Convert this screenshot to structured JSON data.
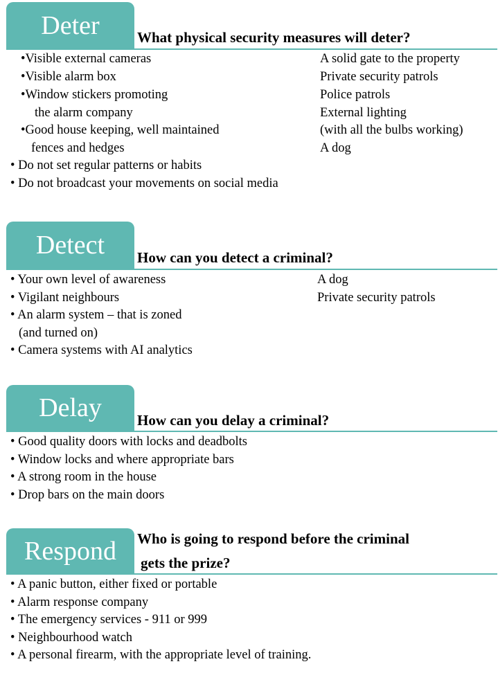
{
  "deter": {
    "tab": "Deter",
    "question": "What physical security measures will deter?",
    "left_lines": [
      "•Visible external cameras",
      "•Visible alarm box",
      "•Window stickers promoting",
      "the alarm company",
      "•Good house keeping, well maintained",
      "fences and hedges"
    ],
    "right_lines": [
      "A solid gate to the property",
      "Private security patrols",
      "Police patrols",
      "External lighting",
      "(with all the bulbs working)",
      "A dog"
    ],
    "bullets": [
      "• Do not set regular patterns or habits",
      "• Do not broadcast your movements on social media"
    ]
  },
  "detect": {
    "tab": "Detect",
    "question": "How can you detect a criminal?",
    "left_lines": [
      "• Your own level of awareness",
      "• Vigilant neighbours",
      "• An alarm system – that is zoned",
      "(and turned on)",
      "• Camera systems with AI analytics"
    ],
    "right_lines": [
      "A dog",
      "Private security patrols"
    ]
  },
  "delay": {
    "tab": "Delay",
    "question": "How can you delay a criminal?",
    "lines": [
      "• Good quality doors with locks and deadbolts",
      "• Window locks and where appropriate bars",
      "• A strong room in the house",
      "• Drop bars on the main doors"
    ]
  },
  "respond": {
    "tab": "Respond",
    "question_line1": "Who is going to respond before the criminal",
    "question_line2": "gets the prize?",
    "lines": [
      "• A panic button, either fixed or portable",
      "• Alarm response company",
      "• The emergency services - 911 or 999",
      "• Neighbourhood watch",
      "• A personal firearm, with the appropriate level of training."
    ]
  },
  "colors": {
    "accent": "#5fb8b2",
    "text": "#000000",
    "tab_text": "#ffffff"
  }
}
